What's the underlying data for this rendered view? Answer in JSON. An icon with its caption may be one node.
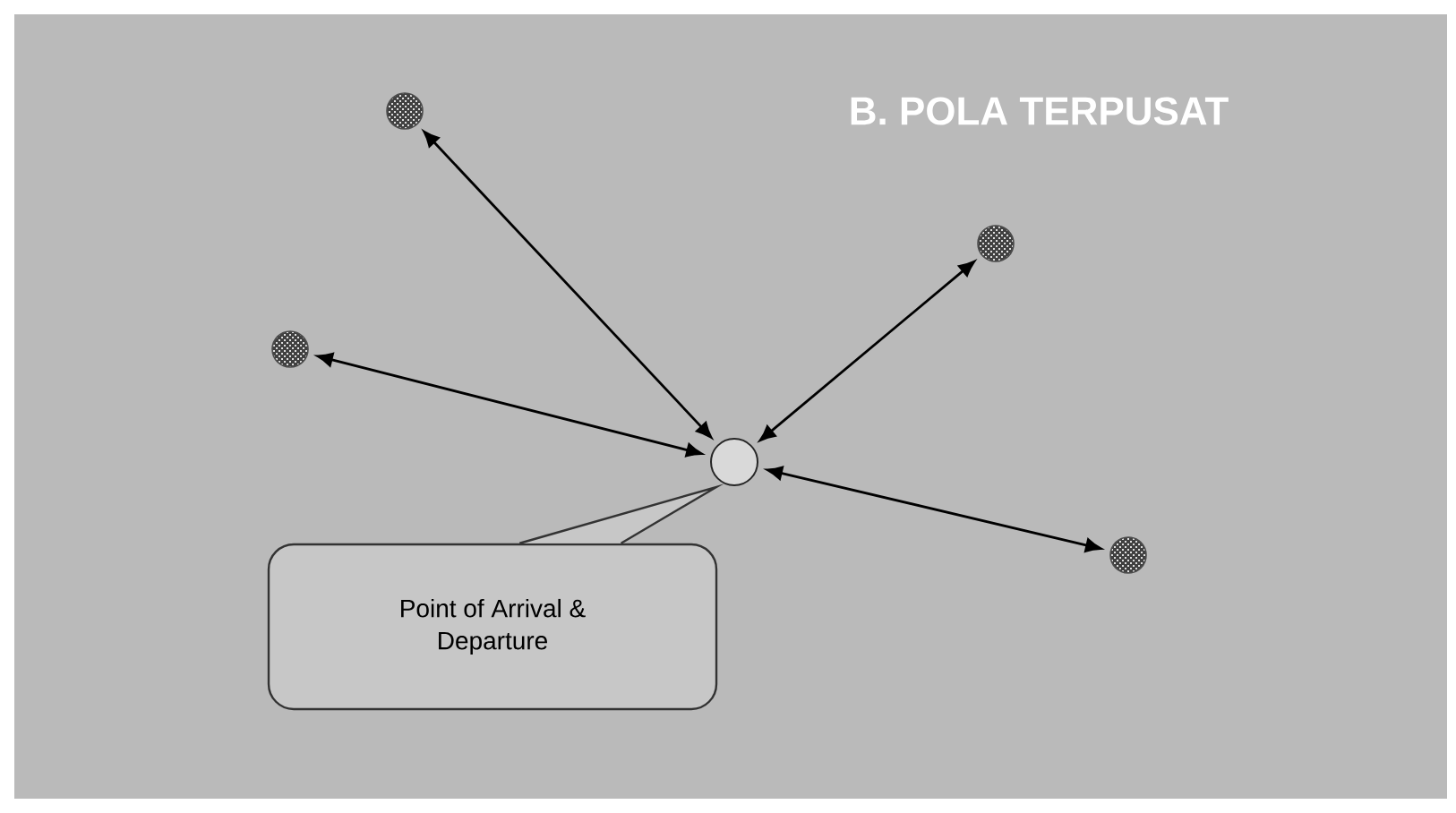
{
  "diagram": {
    "title": "B. POLA TERPUSAT",
    "nodes": [
      {
        "text": [],
        "shape": "circle"
      },
      {
        "text": [],
        "shape": "circle"
      },
      {
        "text": [],
        "shape": "circle"
      },
      {
        "text": [],
        "shape": "circle"
      },
      {
        "text": [],
        "shape": "circle"
      },
      {
        "text": [
          "Point of Arrival & Departure"
        ]
      }
    ],
    "edges": [
      {
        "from": 3,
        "to": 0,
        "arrow": "both"
      },
      {
        "from": 3,
        "to": 1,
        "arrow": "both"
      },
      {
        "from": 3,
        "to": 2,
        "arrow": "both"
      },
      {
        "from": 3,
        "to": 4,
        "arrow": "both"
      }
    ]
  }
}
